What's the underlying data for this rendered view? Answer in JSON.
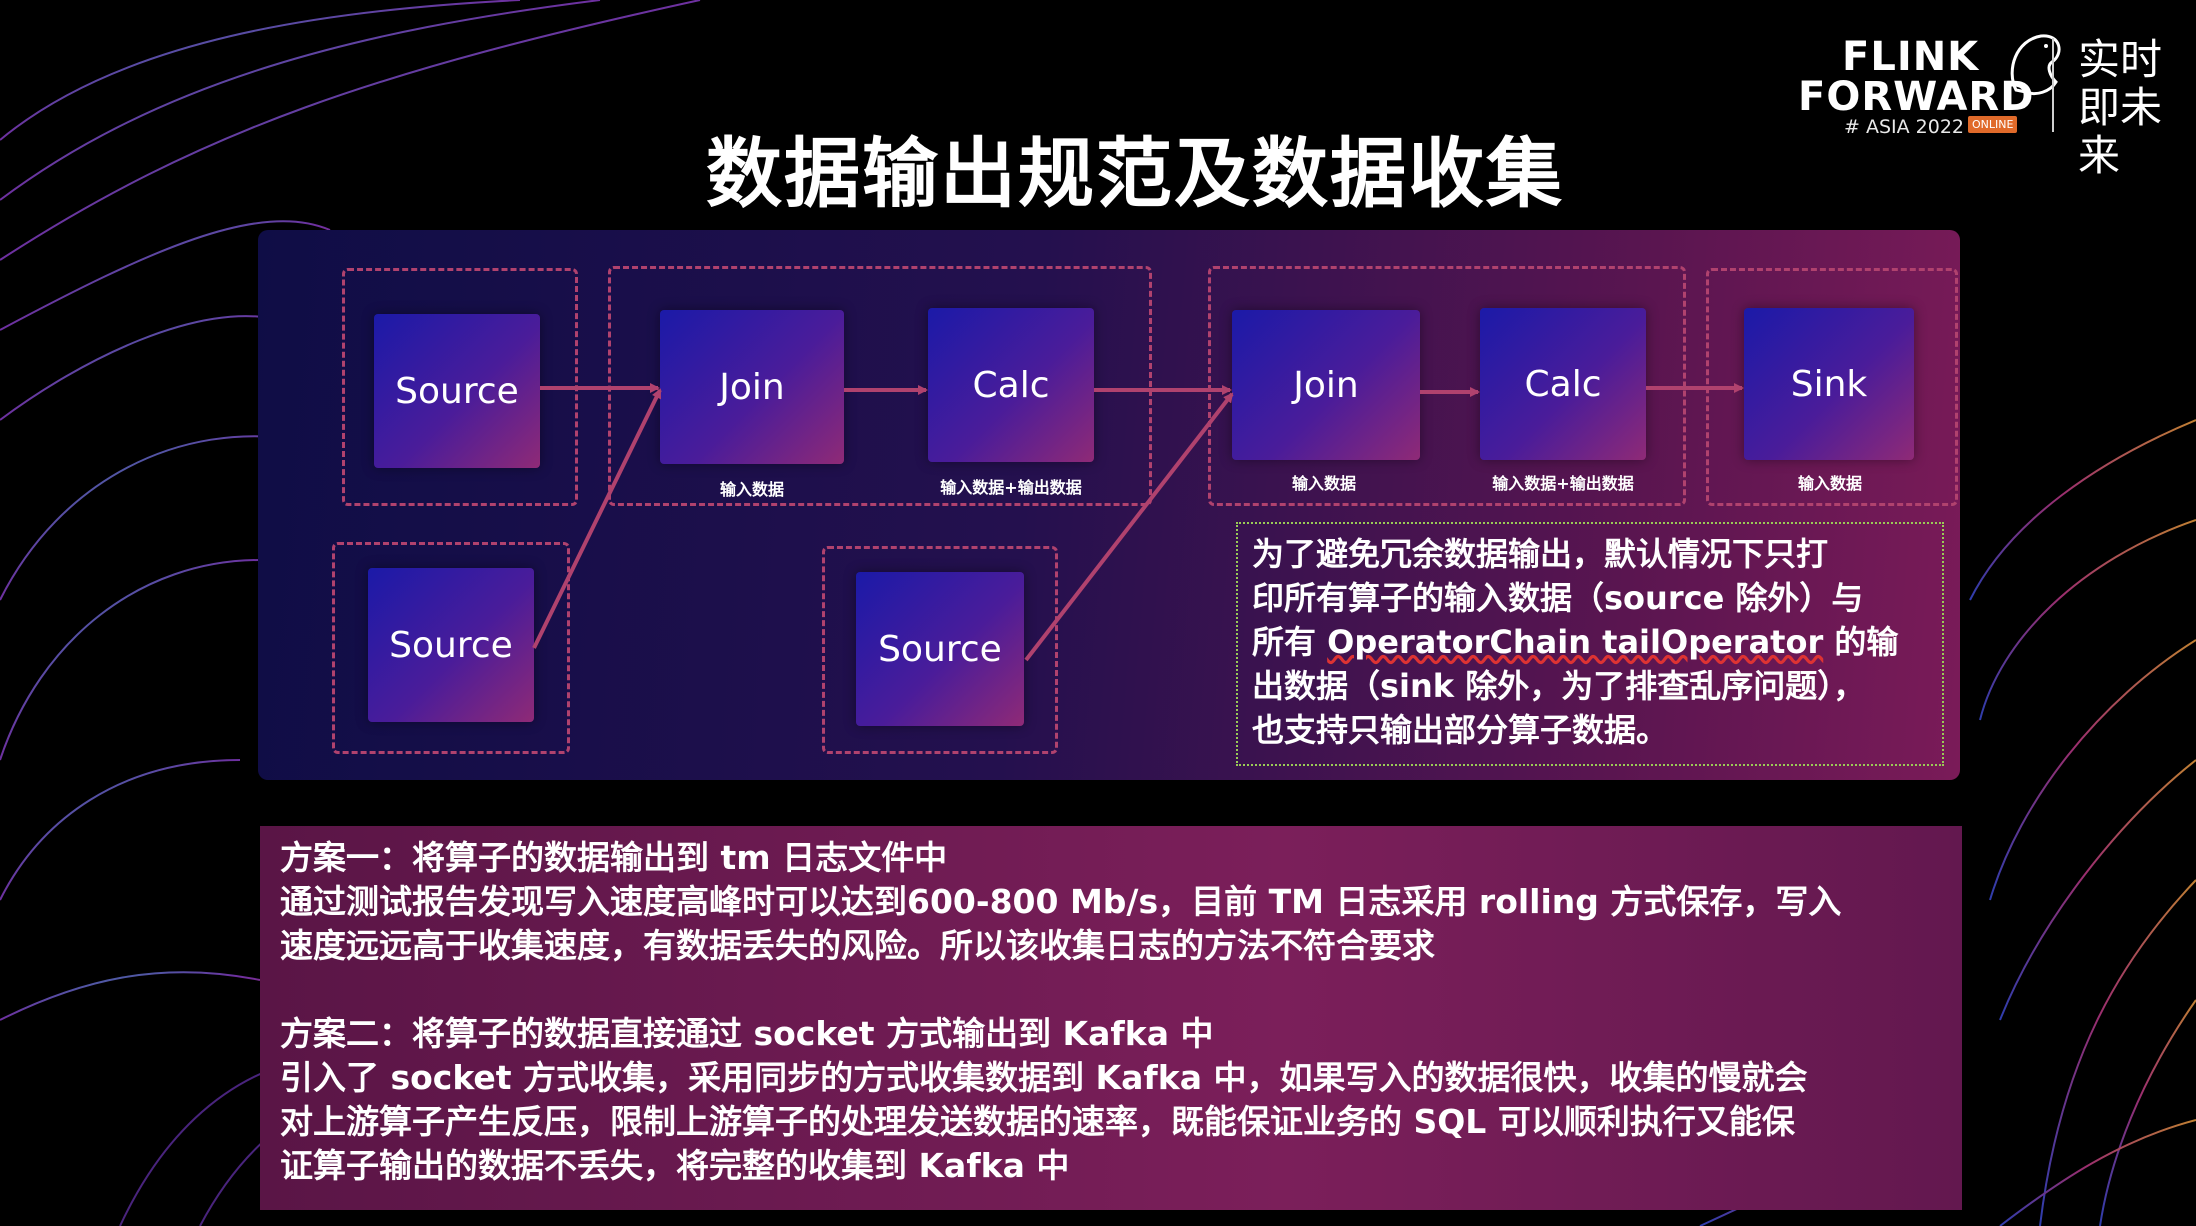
{
  "title": "数据输出规范及数据收集",
  "logo": {
    "line1": "FLINK",
    "line2": "FORWARD",
    "event": "# ASIA 2022",
    "badge": "ONLINE",
    "slogan": "实时即未来"
  },
  "diagram": {
    "nodes": {
      "source1": "Source",
      "join1": "Join",
      "calc1": "Calc",
      "source2": "Source",
      "source3": "Source",
      "join2": "Join",
      "calc2": "Calc",
      "sink": "Sink"
    },
    "captions": {
      "join1": "输入数据",
      "calc1": "输入数据+输出数据",
      "join2": "输入数据",
      "calc2": "输入数据+输出数据",
      "sink": "输入数据"
    },
    "note": {
      "line1": "为了避免冗余数据输出，默认情况下只打",
      "line2": "印所有算子的输入数据（source 除外）与",
      "line3_pre": "所有 ",
      "line3_link": "OperatorChain tailOperator",
      "line3_post": " 的输",
      "line4": "出数据（sink 除外，为了排查乱序问题），",
      "line5": "也支持只输出部分算子数据。"
    }
  },
  "plans": {
    "p1_title": "方案一：将算子的数据输出到 tm 日志文件中",
    "p1_line1": "通过测试报告发现写入速度高峰时可以达到600-800 Mb/s，目前 TM 日志采用 rolling 方式保存，写入",
    "p1_line2": "速度远远高于收集速度，有数据丢失的风险。所以该收集日志的方法不符合要求",
    "p2_title": "方案二：将算子的数据直接通过 socket 方式输出到 Kafka 中",
    "p2_line1": "引入了 socket 方式收集，采用同步的方式收集数据到 Kafka 中，如果写入的数据很快，收集的慢就会",
    "p2_line2": "对上游算子产生反压，限制上游算子的处理发送数据的速率，既能保证业务的 SQL 可以顺利执行又能保",
    "p2_line3": "证算子输出的数据不丢失，将完整的收集到 Kafka 中"
  },
  "colors": {
    "arrow": "#b0426e",
    "group_border": "#b0426e",
    "note_border": "#9acb56"
  }
}
